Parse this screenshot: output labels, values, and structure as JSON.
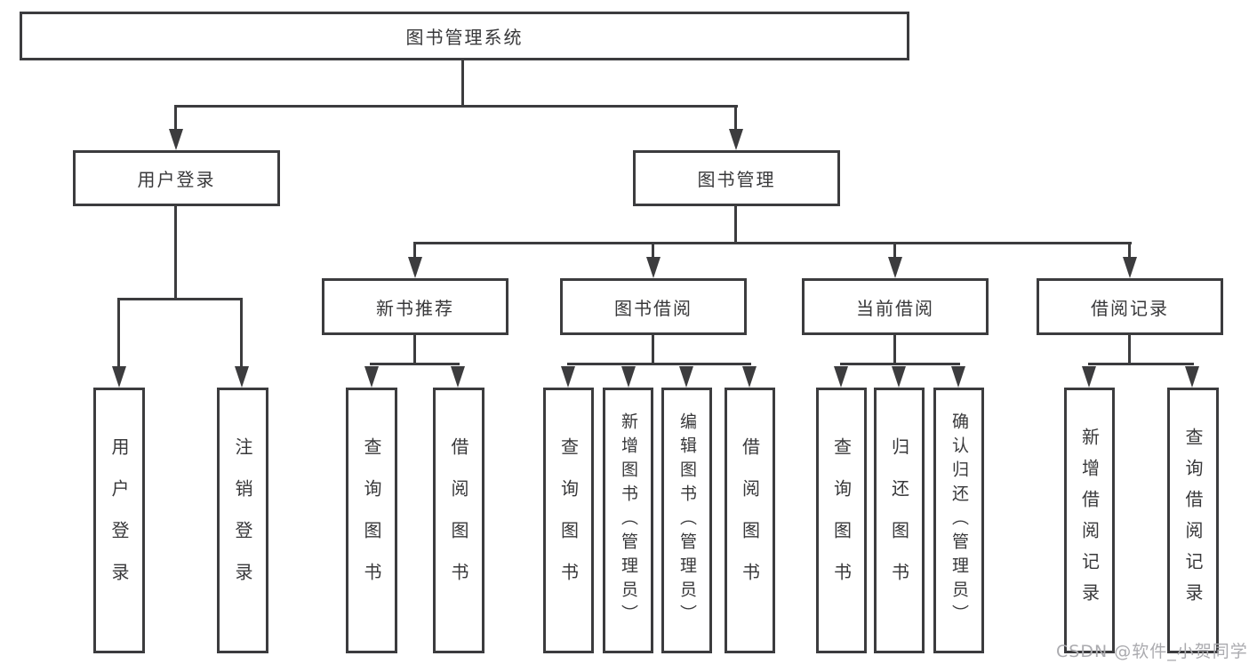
{
  "diagram": {
    "type": "tree",
    "tree": {
      "label": "图书管理系统",
      "children": [
        {
          "label": "用户登录",
          "children": [
            {
              "label": "用户登录"
            },
            {
              "label": "注销登录"
            }
          ]
        },
        {
          "label": "图书管理",
          "children": [
            {
              "label": "新书推荐",
              "children": [
                {
                  "label": "查询图书"
                },
                {
                  "label": "借阅图书"
                }
              ]
            },
            {
              "label": "图书借阅",
              "children": [
                {
                  "label": "查询图书"
                },
                {
                  "label": "新增图书（管理员）"
                },
                {
                  "label": "编辑图书（管理员）"
                },
                {
                  "label": "借阅图书"
                }
              ]
            },
            {
              "label": "当前借阅",
              "children": [
                {
                  "label": "查询图书"
                },
                {
                  "label": "归还图书"
                },
                {
                  "label": "确认归还（管理员）"
                }
              ]
            },
            {
              "label": "借阅记录",
              "children": [
                {
                  "label": "新增借阅记录"
                },
                {
                  "label": "查询借阅记录"
                }
              ]
            }
          ]
        }
      ]
    }
  },
  "watermark": {
    "text": "CSDN @软件_小贺同学"
  },
  "colors": {
    "line": "#3c3c3e",
    "text": "#38383a",
    "watermark": "#ababaf",
    "background": "#ffffff"
  }
}
